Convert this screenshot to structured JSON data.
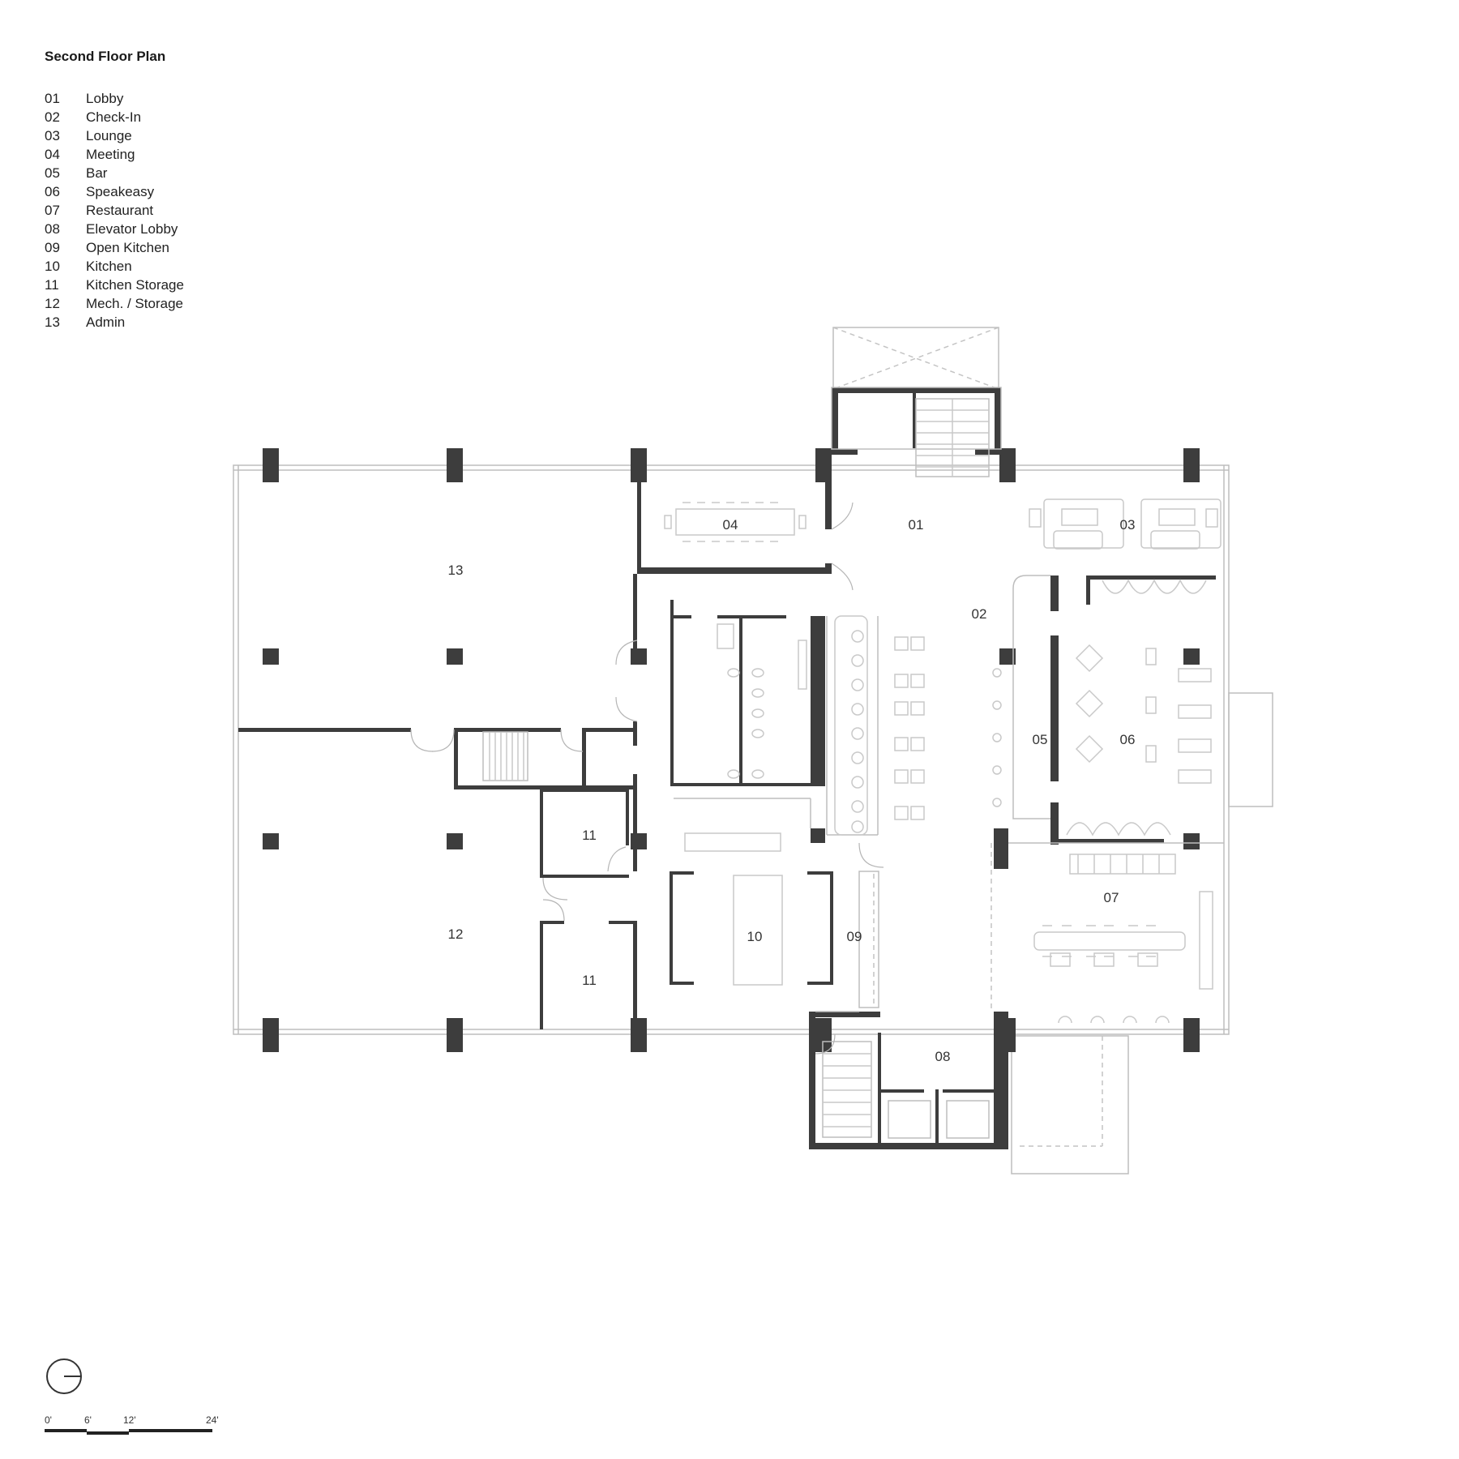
{
  "title": "Second Floor Plan",
  "legend": [
    {
      "num": "01",
      "name": "Lobby"
    },
    {
      "num": "02",
      "name": "Check-In"
    },
    {
      "num": "03",
      "name": "Lounge"
    },
    {
      "num": "04",
      "name": "Meeting"
    },
    {
      "num": "05",
      "name": "Bar"
    },
    {
      "num": "06",
      "name": "Speakeasy"
    },
    {
      "num": "07",
      "name": "Restaurant"
    },
    {
      "num": "08",
      "name": "Elevator Lobby"
    },
    {
      "num": "09",
      "name": "Open Kitchen"
    },
    {
      "num": "10",
      "name": "Kitchen"
    },
    {
      "num": "11",
      "name": "Kitchen Storage"
    },
    {
      "num": "12",
      "name": "Mech. / Storage"
    },
    {
      "num": "13",
      "name": "Admin"
    }
  ],
  "room_tags": [
    "13",
    "04",
    "01",
    "03",
    "02",
    "05",
    "06",
    "11",
    "12",
    "10",
    "09",
    "11",
    "07",
    "08"
  ],
  "scale_bar": {
    "labels": [
      "0'",
      "6'",
      "12'",
      "24'"
    ]
  }
}
